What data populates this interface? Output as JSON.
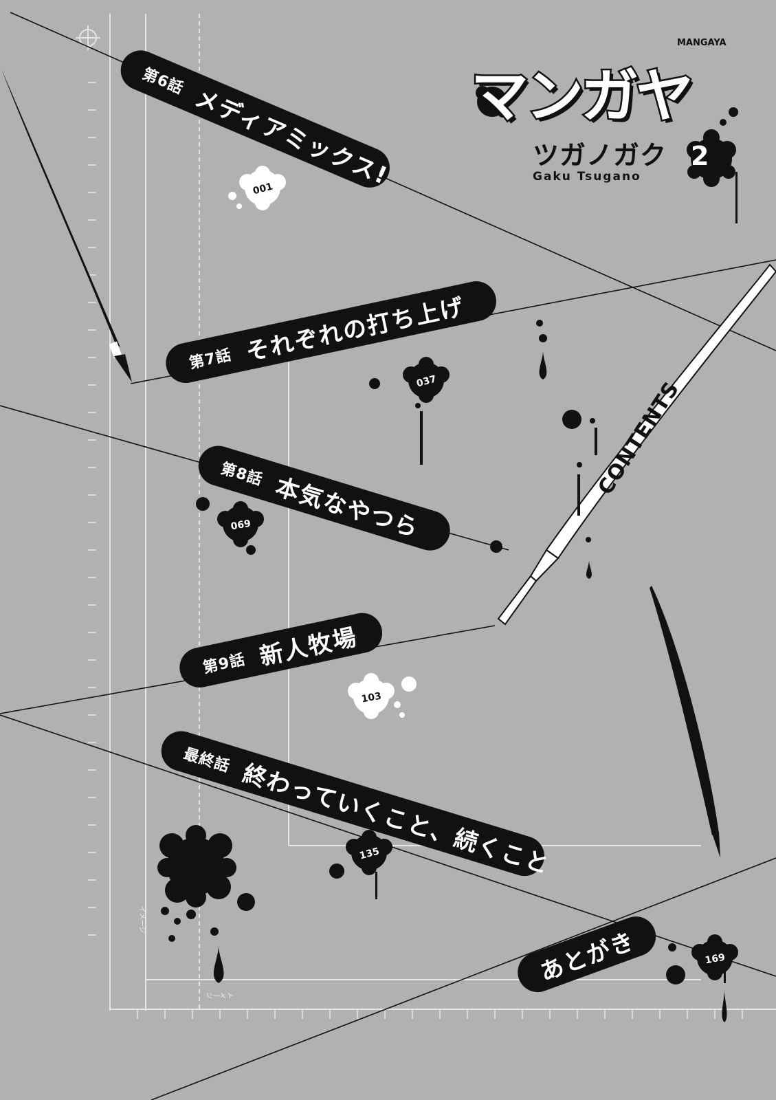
{
  "header": {
    "series_sub": "MANGAYA",
    "series_title": "マンガヤ",
    "author_ja": "ツガノガク",
    "author_en": "Gaku Tsugano",
    "volume": "2"
  },
  "contents_label": "CONTENTS",
  "chapters": [
    {
      "number": "第6話",
      "title": "メディアミックス!",
      "page": "001"
    },
    {
      "number": "第7話",
      "title": "それぞれの打ち上げ",
      "page": "037"
    },
    {
      "number": "第8話",
      "title": "本気なやつら",
      "page": "069"
    },
    {
      "number": "第9話",
      "title": "新人牧場",
      "page": "103"
    },
    {
      "number": "最終話",
      "title": "終わっていくこと、続くこと",
      "page": "135"
    },
    {
      "number": "",
      "title": "あとがき",
      "page": "169"
    }
  ],
  "ruler_labels": [
    "イメージ",
    "イメージ"
  ],
  "colors": {
    "background": "#b1b1b1",
    "ink": "#111111",
    "paper": "#ffffff",
    "ruler": "#e6e6e6"
  }
}
